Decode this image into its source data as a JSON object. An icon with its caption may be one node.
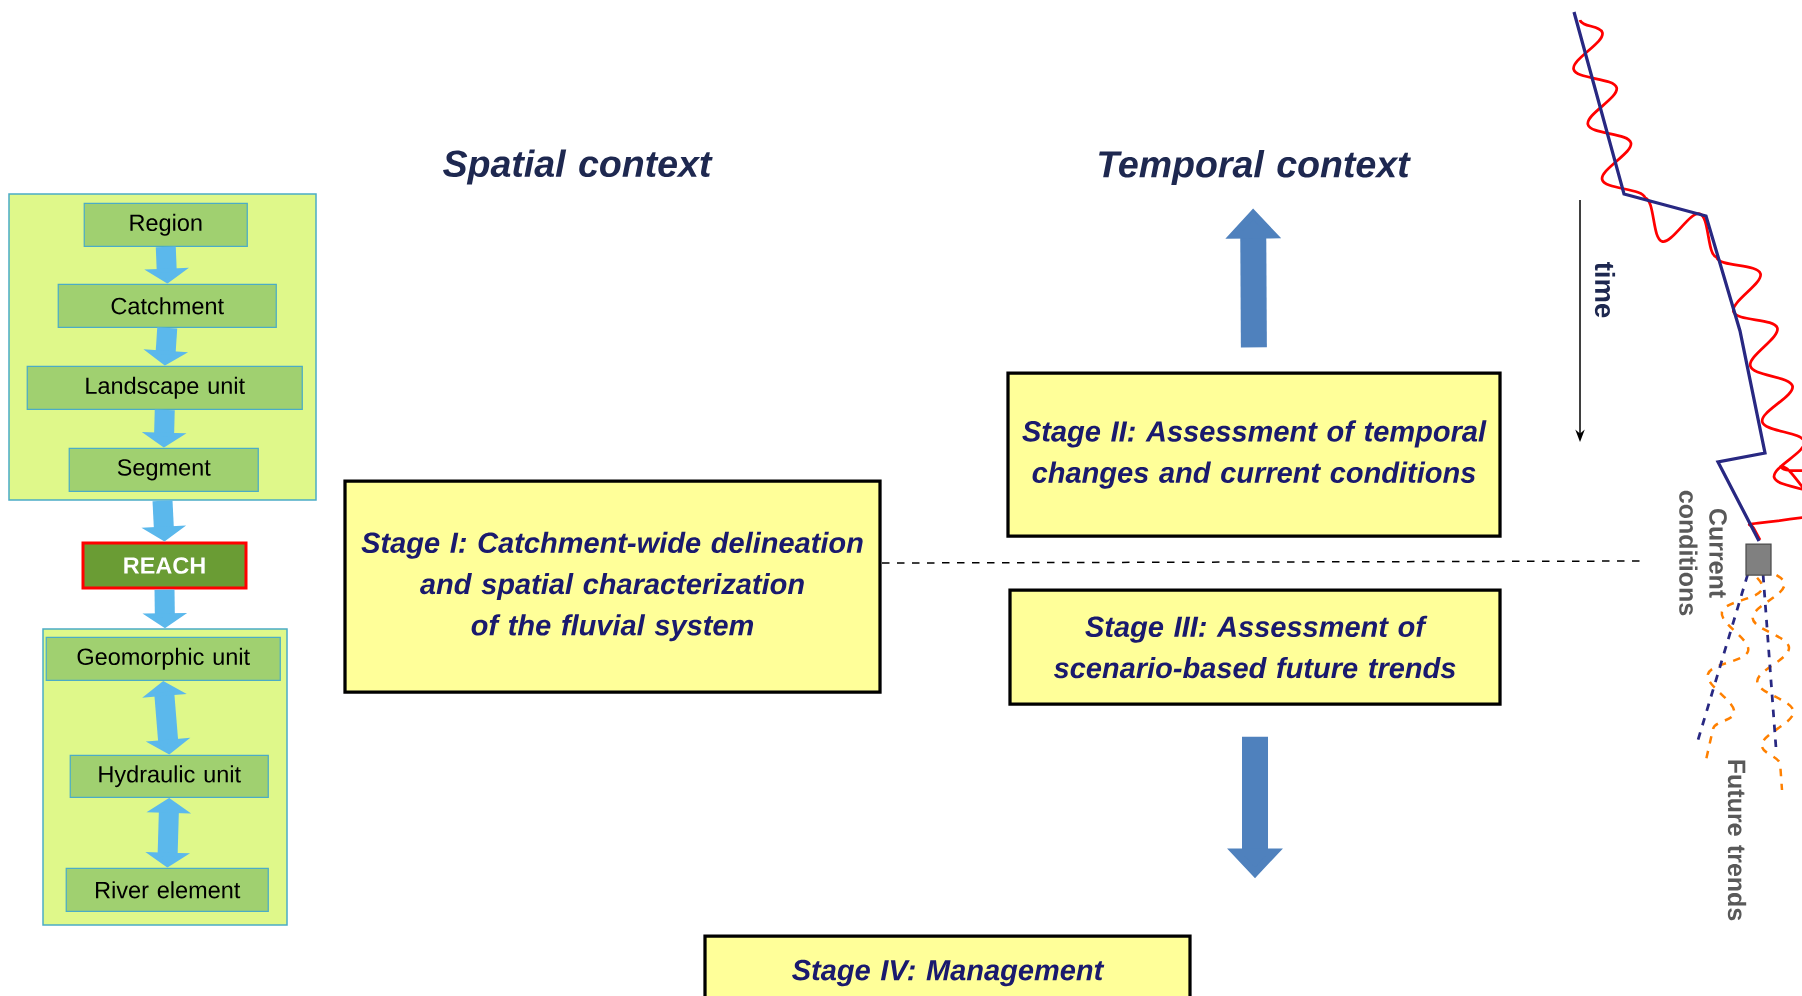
{
  "diagram": {
    "nodes": [
      {
        "text": [],
        "shape": "box"
      },
      {
        "text": [
          "Region"
        ],
        "in": 0
      },
      {
        "text": [
          "Catchment"
        ],
        "in": 0
      },
      {
        "text": [
          "Landscape unit"
        ],
        "in": 0
      },
      {
        "text": [
          "Segment"
        ],
        "in": 0
      },
      {
        "text": [
          "REACH"
        ]
      },
      {
        "text": [],
        "shape": "box"
      },
      {
        "text": [
          "Geomorphic unit"
        ],
        "in": 6
      },
      {
        "text": [
          "Hydraulic unit"
        ],
        "in": 6
      },
      {
        "text": [
          "River element"
        ],
        "in": 6
      },
      {
        "text": [
          "Stage I: Catchment-wide delineation and spatial characterization of the fluvial system"
        ]
      },
      {
        "text": [
          "Stage II: Assessment of temporal changes and current conditions"
        ]
      },
      {
        "text": [
          "Stage III: Assessment of scenario-based future trends"
        ]
      },
      {
        "text": [
          "Stage IV: Management"
        ]
      },
      {
        "text": [
          "Temporal context"
        ]
      }
    ],
    "edges": [
      {
        "from": 1,
        "to": 2,
        "arrow": "to"
      },
      {
        "from": 2,
        "to": 3,
        "arrow": "to"
      },
      {
        "from": 3,
        "to": 4,
        "arrow": "to"
      },
      {
        "from": 0,
        "to": 5,
        "arrow": "to"
      },
      {
        "from": 5,
        "to": 6,
        "arrow": "to"
      },
      {
        "from": 7,
        "to": 8,
        "arrow": "both"
      },
      {
        "from": 8,
        "to": 9,
        "arrow": "both"
      },
      {
        "from": 11,
        "to": 14,
        "arrow": "to",
        "color": "#4f81bd"
      },
      {
        "from": 12,
        "to": 13,
        "arrow": "to",
        "color": "#4f81bd"
      }
    ],
    "labels": [
      "Spatial context",
      "time",
      "Current conditions",
      "Future trends"
    ]
  }
}
